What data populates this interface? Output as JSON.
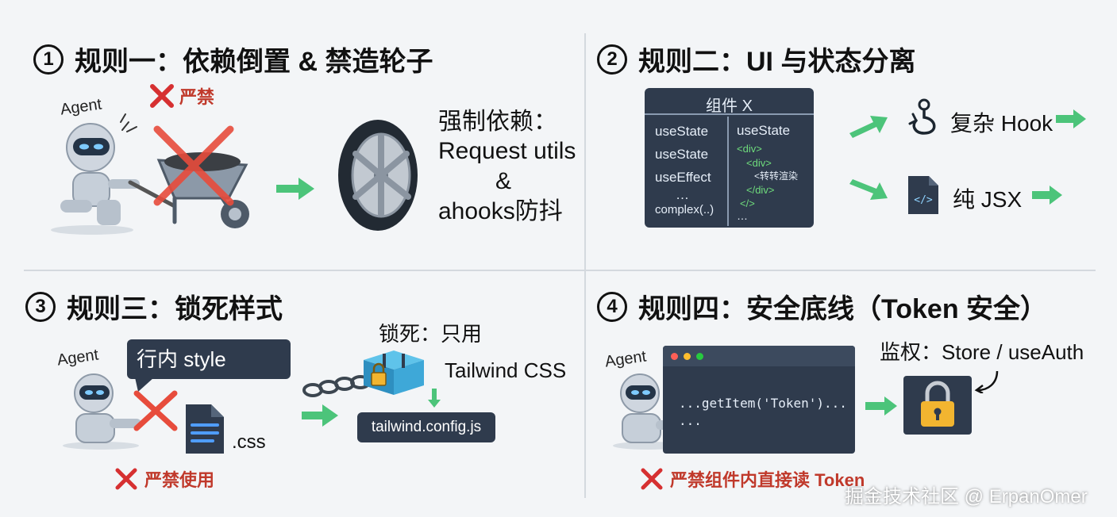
{
  "q1": {
    "num": "1",
    "title": "规则一：依赖倒置 & 禁造轮子",
    "agent": "Agent",
    "forbid": "严禁",
    "text_line1": "强制依赖：",
    "text_line2": "Request utils",
    "text_line3": "&",
    "text_line4": "ahooks防抖"
  },
  "q2": {
    "num": "2",
    "title": "规则二：UI 与状态分离",
    "component_title": "组件 X",
    "left_lines": [
      "useState",
      "useState",
      "useEffect",
      "…",
      "complex(..)"
    ],
    "right_lines": [
      "useState",
      "<div>",
      "<div>",
      "<转转渲染",
      "</div>",
      "</>",
      "…"
    ],
    "hook_label": "复杂 Hook",
    "jsx_label": "纯 JSX"
  },
  "q3": {
    "num": "3",
    "title": "规则三：锁死样式",
    "agent": "Agent",
    "bubble": "行内 style",
    "css_file": ".css",
    "forbid": "严禁使用",
    "lock_label": "锁死：只用",
    "tailwind": "Tailwind CSS",
    "config_file": "tailwind.config.js"
  },
  "q4": {
    "num": "4",
    "title": "规则四：安全底线（Token 安全）",
    "agent": "Agent",
    "code_line1": "...getItem('Token')...",
    "code_line2": "...",
    "auth_label": "监权：Store / useAuth",
    "forbid": "严禁组件内直接读 Token"
  },
  "watermark": "掘金技术社区 @ ErpanOmer",
  "colors": {
    "background": "#f3f5f7",
    "dark_panel": "#2f3b4d",
    "arrow_green": "#4cc47a",
    "forbid_red": "#d63031"
  }
}
